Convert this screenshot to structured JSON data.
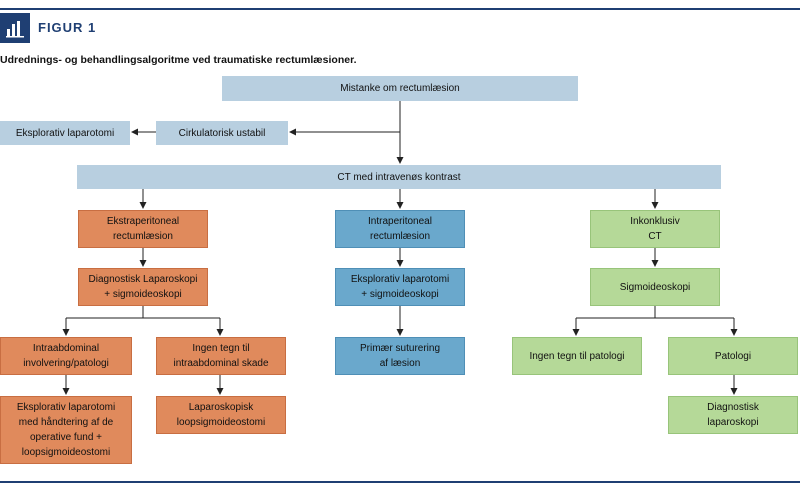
{
  "figure": {
    "label": "FIGUR 1",
    "icon": "bar-chart-icon"
  },
  "caption": "Udrednings- og behandlingsalgoritme ved traumatiske rectumlæsioner.",
  "nodes": {
    "mistanke": "Mistanke om rectumlæsion",
    "cirkulatorisk": "Cirkulatorisk ustabil",
    "eksplorativ_top": "Eksplorativ laparotomi",
    "ct": "CT med intravenøs kontrast",
    "ekstraperitoneal": "Ekstraperitoneal\nrectumlæsion",
    "intraperitoneal": "Intraperitoneal\nrectumlæsion",
    "inkonklusiv": "Inkonklusiv\nCT",
    "diag_laparoskopi": "Diagnostisk Laparoskopi\n+ sigmoideoskopi",
    "ekspl_lap_sigmo": "Eksplorativ laparotomi\n+ sigmoideoskopi",
    "sigmoideoskopi": "Sigmoideoskopi",
    "intraabdominal": "Intraabdominal\ninvolvering/patologi",
    "ingen_tegn_intra": "Ingen tegn til\nintraabdominal skade",
    "primaer": "Primær suturering\naf læsion",
    "ingen_tegn_pat": "Ingen tegn til patologi",
    "patologi": "Patologi",
    "ekspl_lap_hand": "Eksplorativ laparotomi\nmed håndtering af de\noperative fund +\nloopsigmoideostomi",
    "lap_loop": "Laparoskopisk\nloopsigmoideostomi",
    "diag_lap_final": "Diagnostisk\nlaparoskopi"
  },
  "colors": {
    "accent": "#1f3f73",
    "light_blue": "#b8cfe0",
    "dark_blue": "#6aa8cc",
    "orange": "#e08a5c",
    "green": "#b5d998"
  }
}
